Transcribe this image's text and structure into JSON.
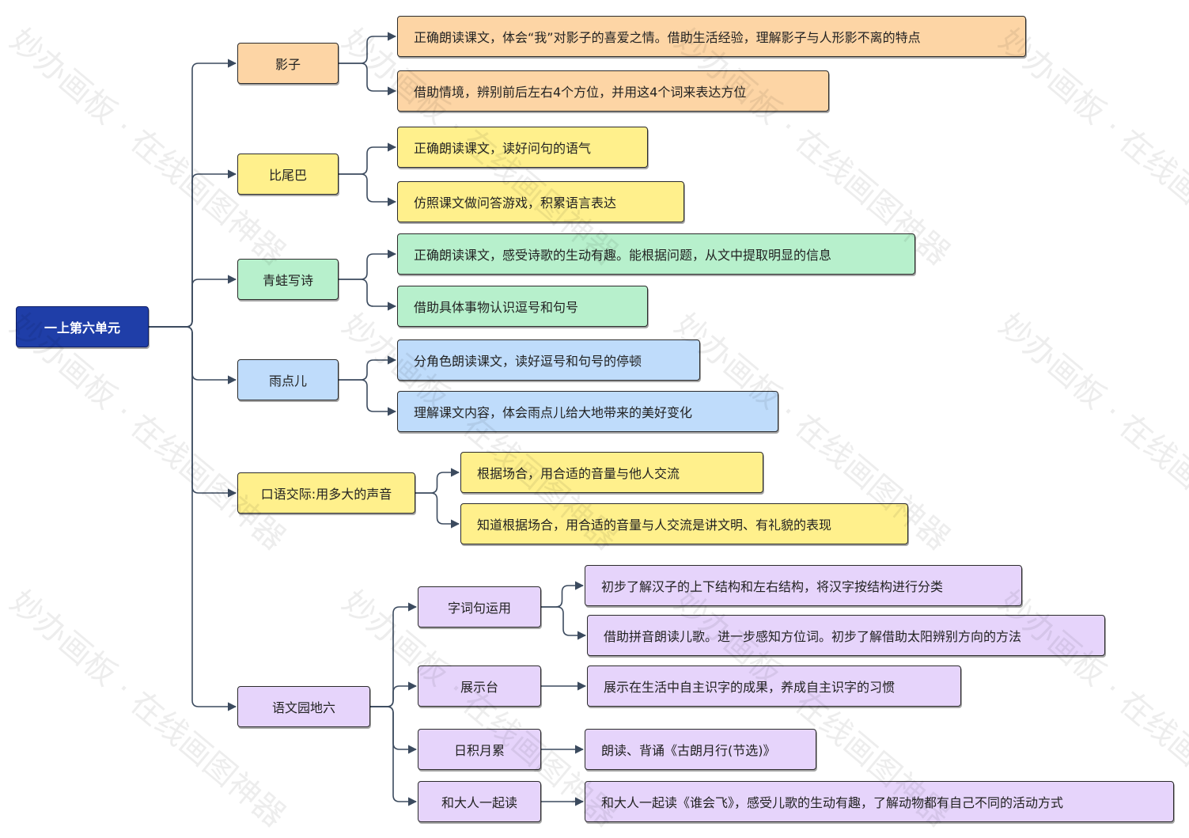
{
  "root": {
    "label": "一上第六单元"
  },
  "branches": [
    {
      "label": "影子",
      "color": "#fdd5a5",
      "leaves": [
        {
          "label": "正确朗读课文，体会“我”对影子的喜爱之情。借助生活经验，理解影子与人形影不离的特点"
        },
        {
          "label": "借助情境，辨别前后左右4个方位，并用这4个词来表达方位"
        }
      ]
    },
    {
      "label": "比尾巴",
      "color": "#fff08c",
      "leaves": [
        {
          "label": "正确朗读课文，读好问句的语气"
        },
        {
          "label": "仿照课文做问答游戏，积累语言表达"
        }
      ]
    },
    {
      "label": "青蛙写诗",
      "color": "#b7f0cc",
      "leaves": [
        {
          "label": "正确朗读课文，感受诗歌的生动有趣。能根据问题，从文中提取明显的信息"
        },
        {
          "label": "借助具体事物认识逗号和句号"
        }
      ]
    },
    {
      "label": "雨点儿",
      "color": "#bfdcfb",
      "leaves": [
        {
          "label": "分角色朗读课文，读好逗号和句号的停顿"
        },
        {
          "label": "理解课文内容，体会雨点儿给大地带来的美好变化"
        }
      ]
    },
    {
      "label": "口语交际:用多大的声音",
      "color": "#fff08c",
      "leaves": [
        {
          "label": "根据场合，用合适的音量与他人交流"
        },
        {
          "label": "知道根据场合，用合适的音量与人交流是讲文明、有礼貌的表现"
        }
      ]
    },
    {
      "label": "语文园地六",
      "color": "#e6d4fb",
      "children": [
        {
          "label": "字词句运用",
          "leaves": [
            {
              "label": "初步了解汉子的上下结构和左右结构，将汉字按结构进行分类"
            },
            {
              "label": "借助拼音朗读儿歌。进一步感知方位词。初步了解借助太阳辨别方向的方法"
            }
          ]
        },
        {
          "label": "展示台",
          "leaves": [
            {
              "label": "展示在生活中自主识字的成果，养成自主识字的习惯"
            }
          ]
        },
        {
          "label": "日积月累",
          "leaves": [
            {
              "label": "朗读、背诵《古朗月行(节选)》"
            }
          ]
        },
        {
          "label": "和大人一起读",
          "leaves": [
            {
              "label": "和大人一起读《谁会飞》，感受儿歌的生动有趣，了解动物都有自己不同的活动方式"
            }
          ]
        }
      ]
    }
  ],
  "watermark": "妙办画板 · 在线画图神器",
  "colors": {
    "connector": "#3b4a5e",
    "root_fill": "#1f3ea8"
  }
}
